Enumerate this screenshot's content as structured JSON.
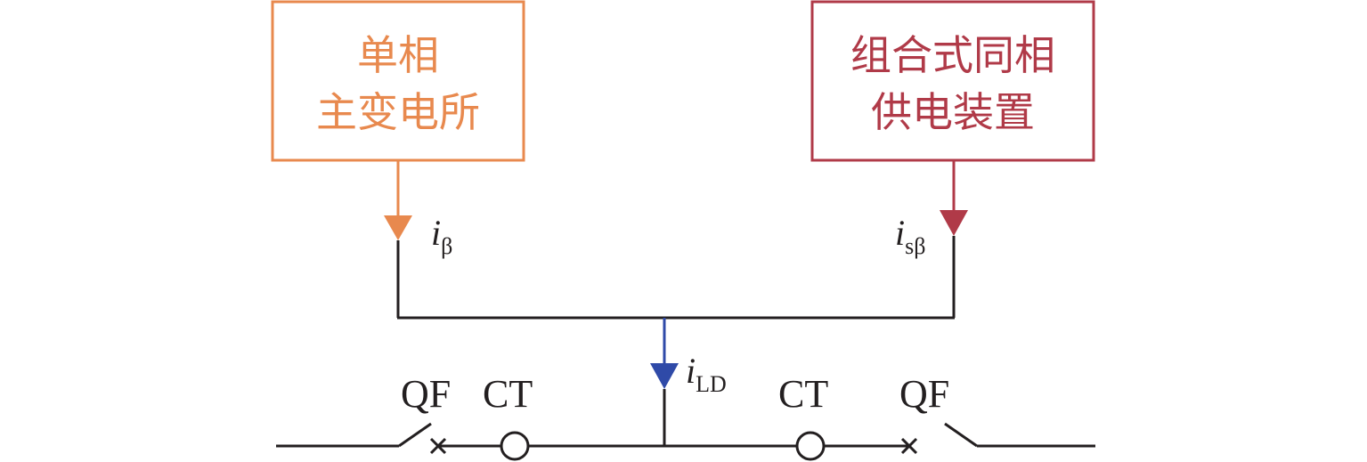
{
  "colors": {
    "orange": "#e8894e",
    "red": "#b03a48",
    "blue": "#2f4aa8",
    "black": "#231f20"
  },
  "left_box": {
    "line1": "单相",
    "line2": "主变电所"
  },
  "right_box": {
    "line1": "组合式同相",
    "line2": "供电装置"
  },
  "currents": {
    "beta": {
      "main": "i",
      "sub": "β"
    },
    "s_beta": {
      "main": "i",
      "sub": "sβ"
    },
    "ld": {
      "main": "i",
      "sub": "LD"
    }
  },
  "labels": {
    "qf_left": "QF",
    "ct_left": "CT",
    "ct_right": "CT",
    "qf_right": "QF"
  }
}
